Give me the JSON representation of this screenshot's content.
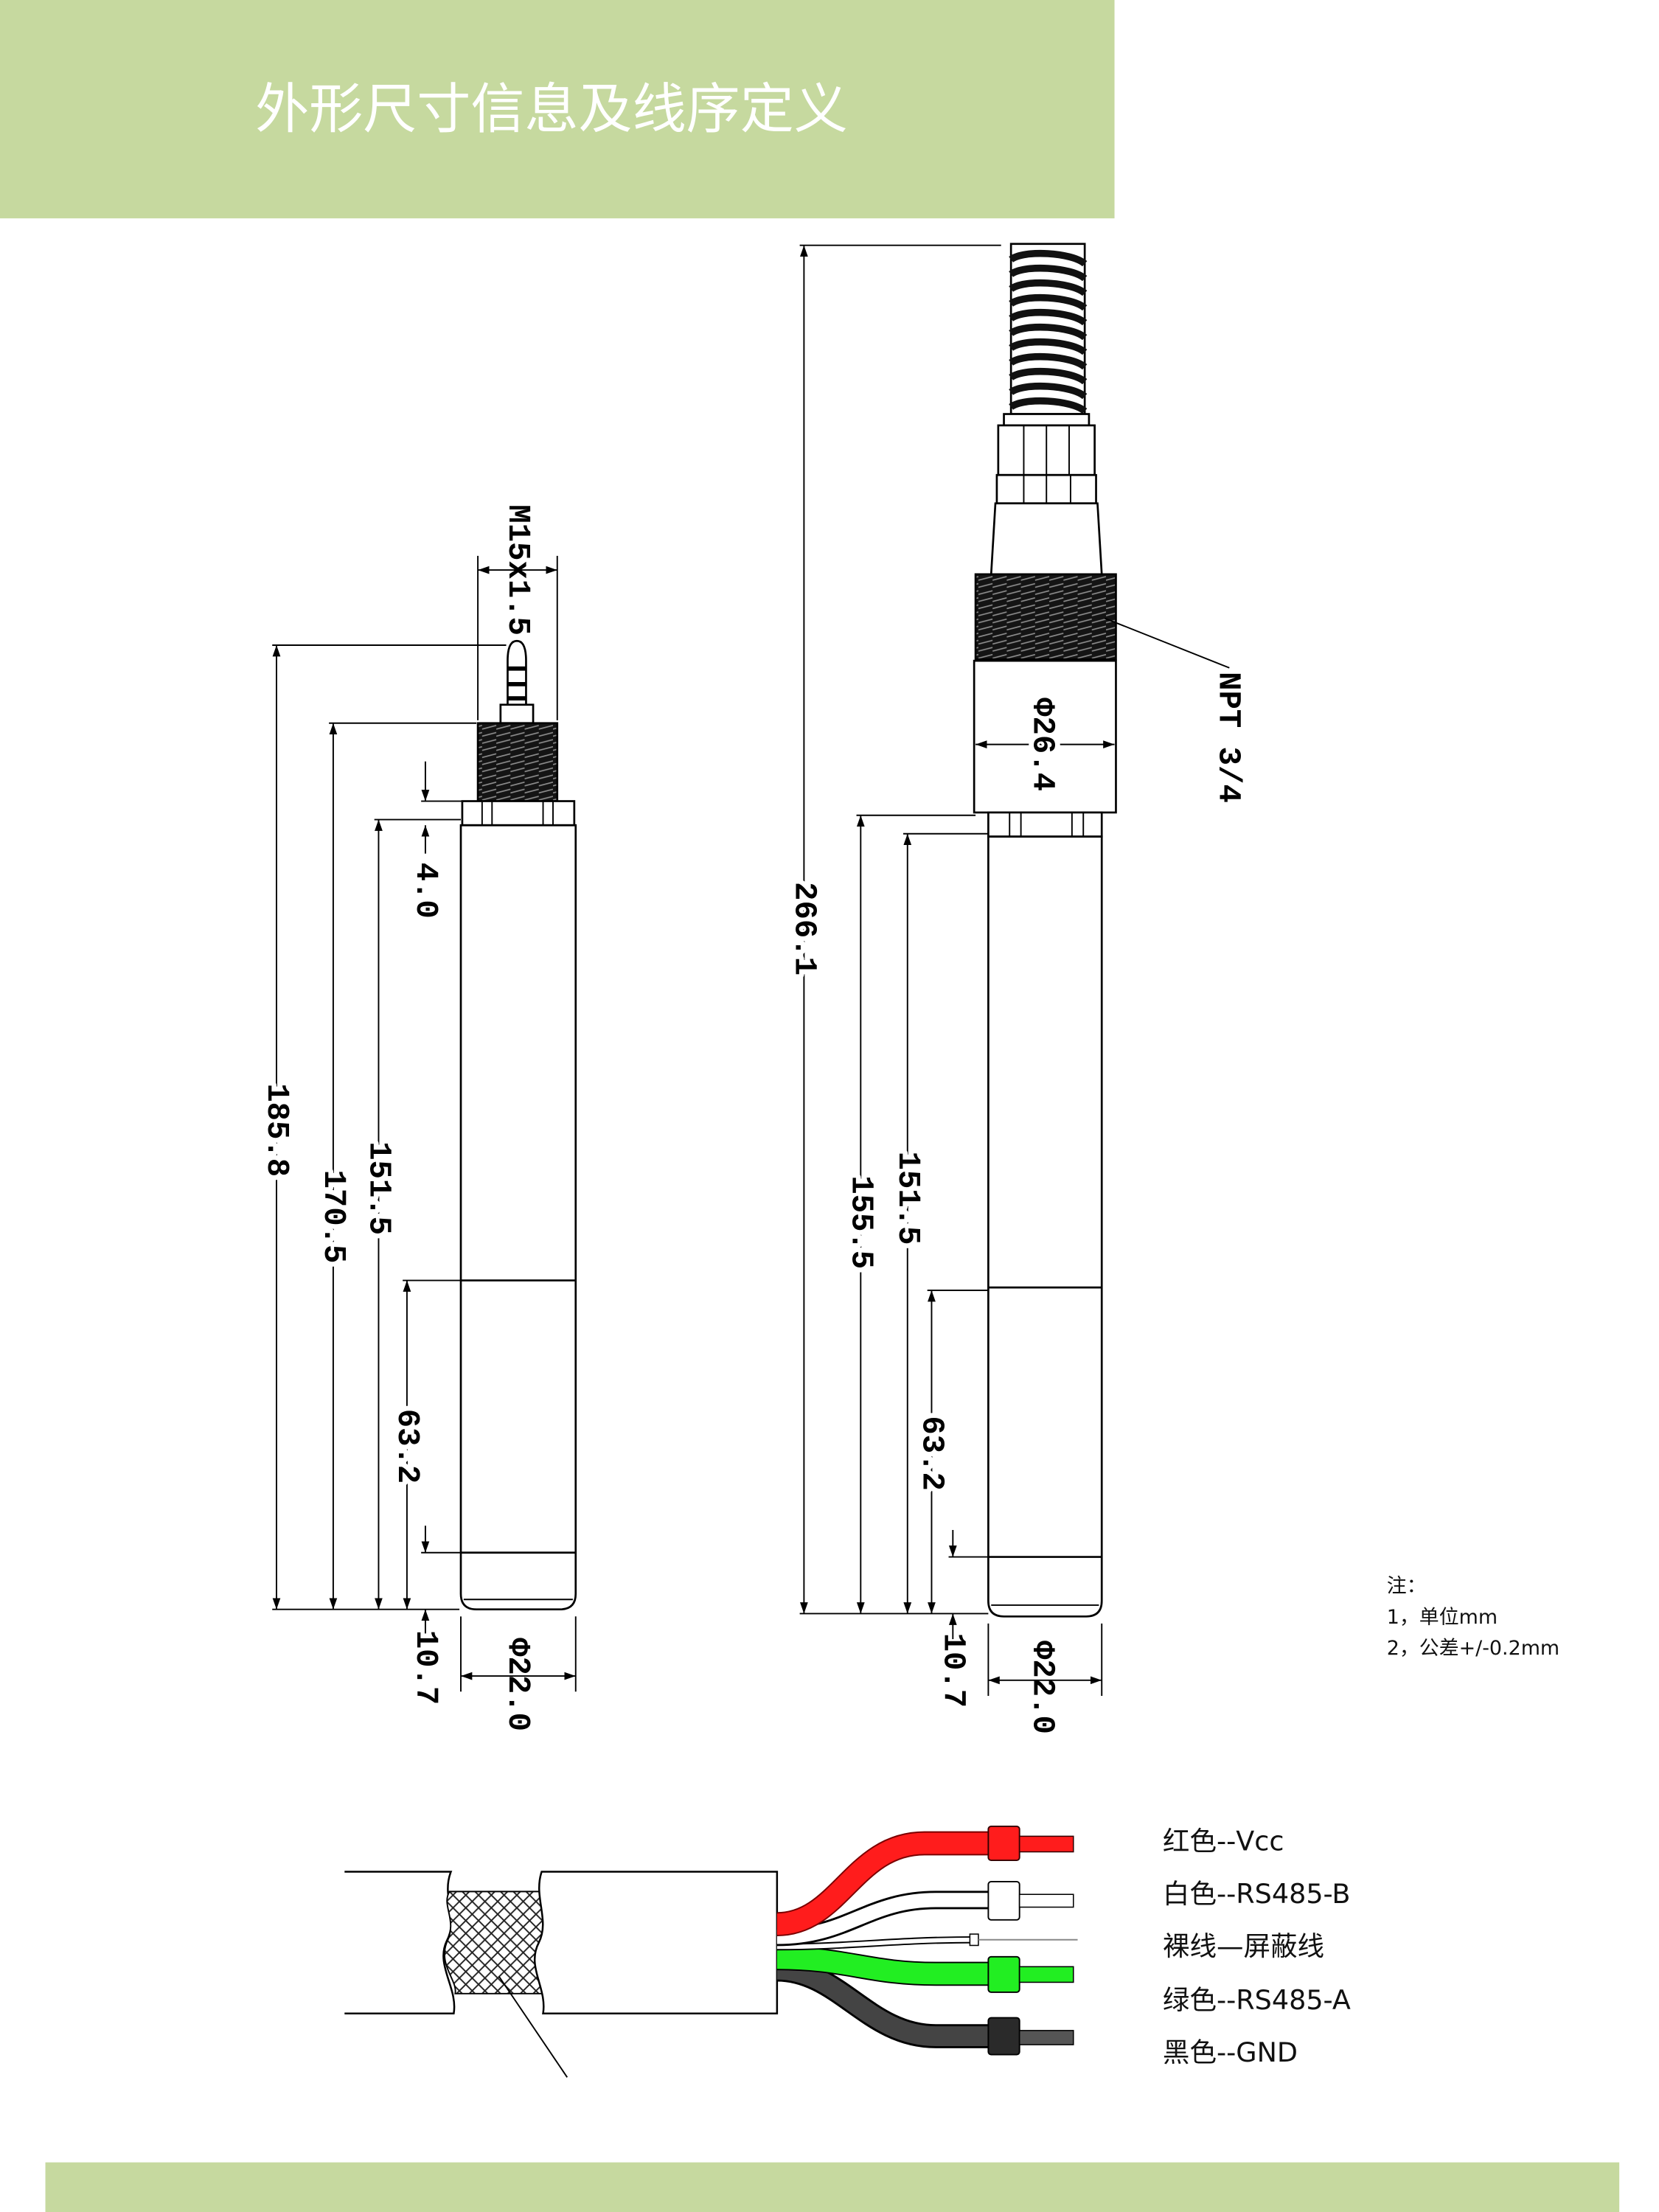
{
  "header": {
    "title": "外形尺寸信息及线序定义"
  },
  "colors": {
    "band": "#c6d99f",
    "title_text": "#ffffff",
    "red_wire": "#ff1c1c",
    "white_wire": "#ffffff",
    "green_wire": "#22ee22",
    "black_wire": "#444444"
  },
  "drawing_left": {
    "thread": "M15x1.5",
    "overall_length": "185.8",
    "length_to_thread": "170.5",
    "body_length": "151.5",
    "cap_height": "4.0",
    "lower_section": "63.2",
    "tip_section": "10.7",
    "diameter": "Φ22.0"
  },
  "drawing_right": {
    "overall_length": "266.1",
    "housing_diameter": "Φ26.4",
    "thread": "NPT 3/4",
    "length_to_housing": "155.5",
    "body_length": "151.5",
    "lower_section": "63.2",
    "tip_section": "10.7",
    "diameter": "Φ22.0"
  },
  "notes": {
    "heading": "注：",
    "items": [
      "1，单位mm",
      "2，公差+/-0.2mm"
    ]
  },
  "wiring": [
    {
      "label": "红色--Vcc"
    },
    {
      "label": "白色--RS485-B"
    },
    {
      "label": "裸线—屏蔽线"
    },
    {
      "label": "绿色--RS485-A"
    },
    {
      "label": "黑色--GND"
    }
  ]
}
